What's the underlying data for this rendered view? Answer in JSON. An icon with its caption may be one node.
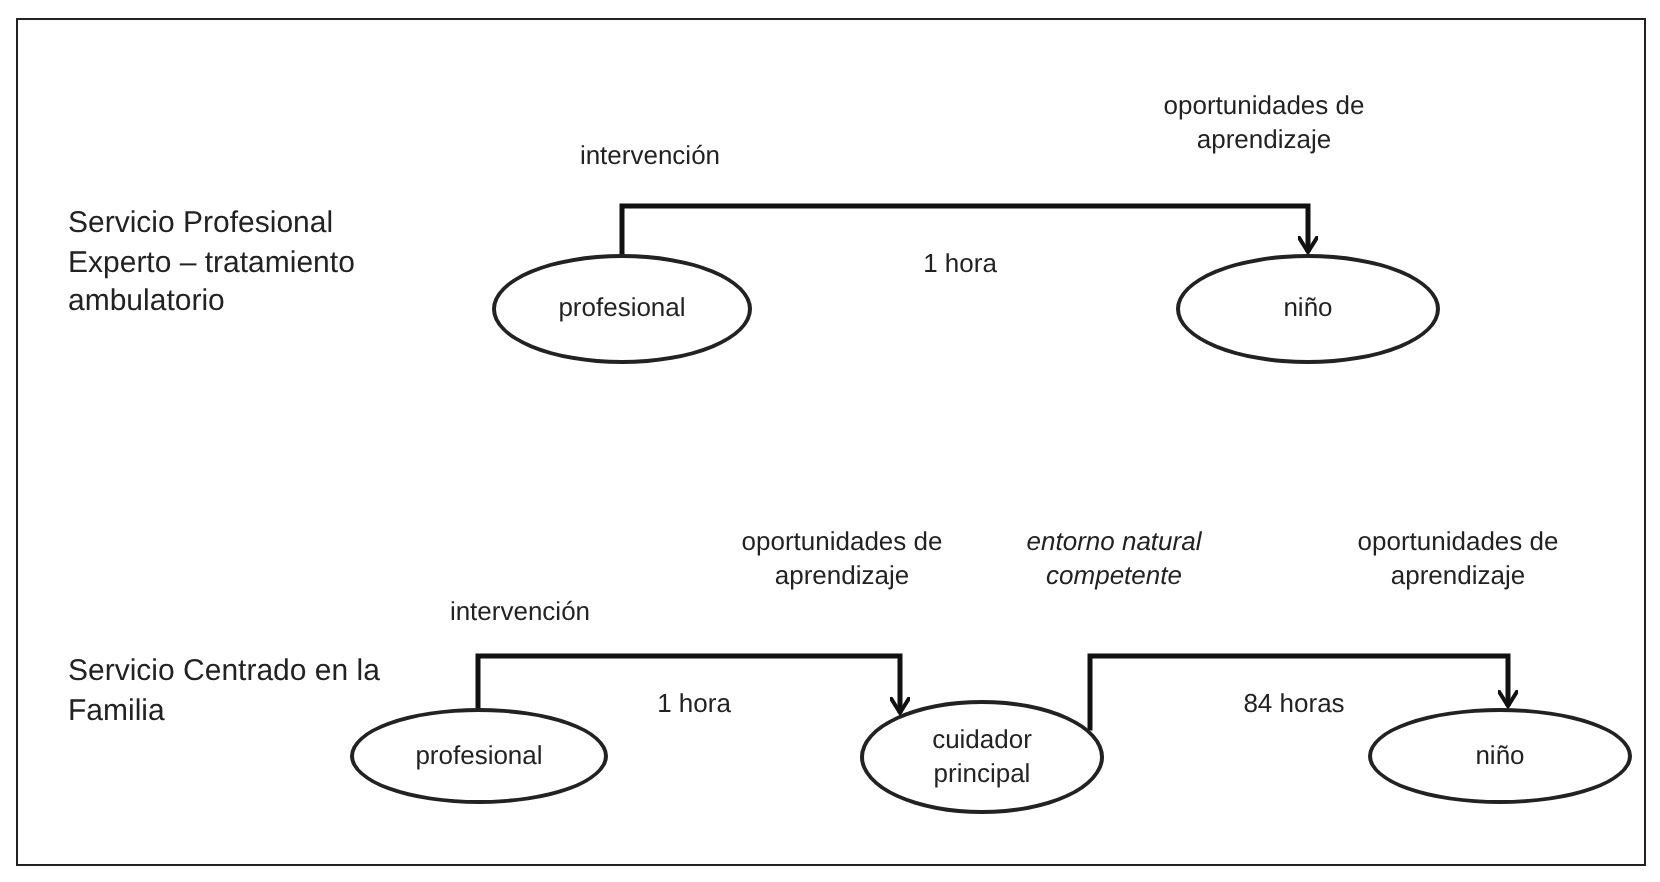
{
  "diagram": {
    "nodes": [
      {
        "text": [
          "profesional"
        ]
      },
      {
        "text": [
          "niño"
        ]
      },
      {
        "text": [
          "profesional"
        ]
      },
      {
        "text": [
          "cuidador principal"
        ]
      },
      {
        "text": [
          "niño"
        ]
      }
    ],
    "edges": [
      {
        "from": 0,
        "to": 1,
        "arrow": "to"
      },
      {
        "from": 2,
        "to": 3,
        "arrow": "to"
      },
      {
        "from": 3,
        "to": 4,
        "arrow": "to"
      }
    ],
    "labels": [
      "intervención",
      "oportunidades de aprendizaje",
      "Servicio Profesional Experto – tratamiento ambulatorio",
      "1 hora",
      "intervención",
      "oportunidades de aprendizaje",
      "*entorno natural competente*",
      "oportunidades de aprendizaje",
      "Servicio Centrado en la Familia",
      "1 hora",
      "84 horas"
    ]
  }
}
